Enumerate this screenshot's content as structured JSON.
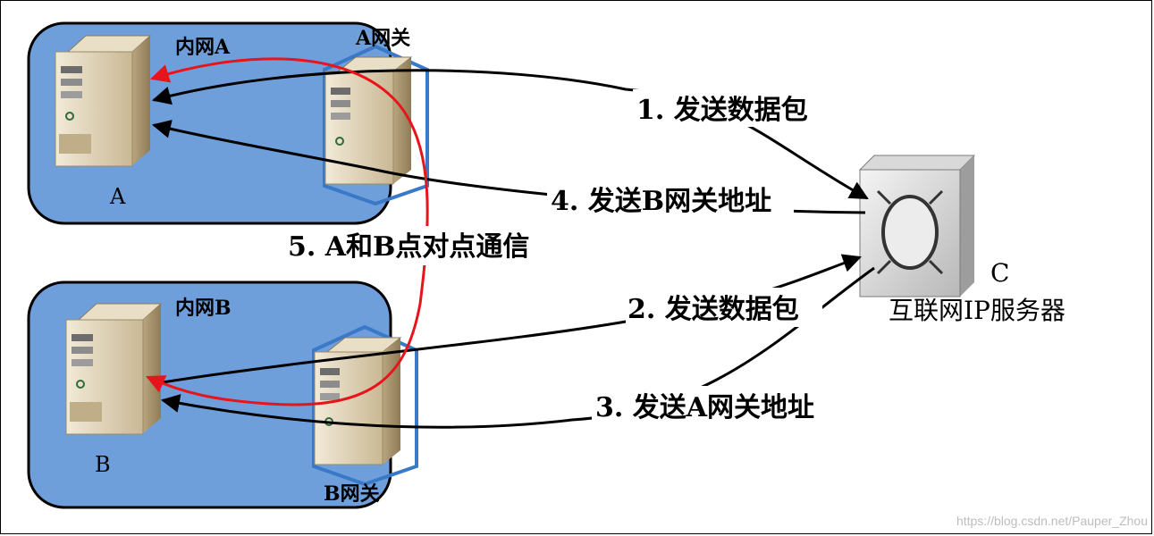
{
  "network_a": {
    "label": "内网A",
    "host_label": "A",
    "gateway_label": "A网关"
  },
  "network_b": {
    "label": "内网B",
    "host_label": "B",
    "gateway_label": "B网关"
  },
  "server": {
    "letter": "C",
    "name": "互联网IP服务器"
  },
  "steps": {
    "step1": "1. 发送数据包",
    "step2": "2. 发送数据包",
    "step3": "3. 发送A网关地址",
    "step4": "4. 发送B网关地址",
    "step5": "5. A和B点对点通信"
  },
  "watermark": "https://blog.csdn.net/Pauper_Zhou",
  "colors": {
    "network_fill": "#6f9fdb",
    "arrow_black": "#000000",
    "arrow_red": "#e8141c",
    "gateway_outline": "#3a78c8"
  }
}
